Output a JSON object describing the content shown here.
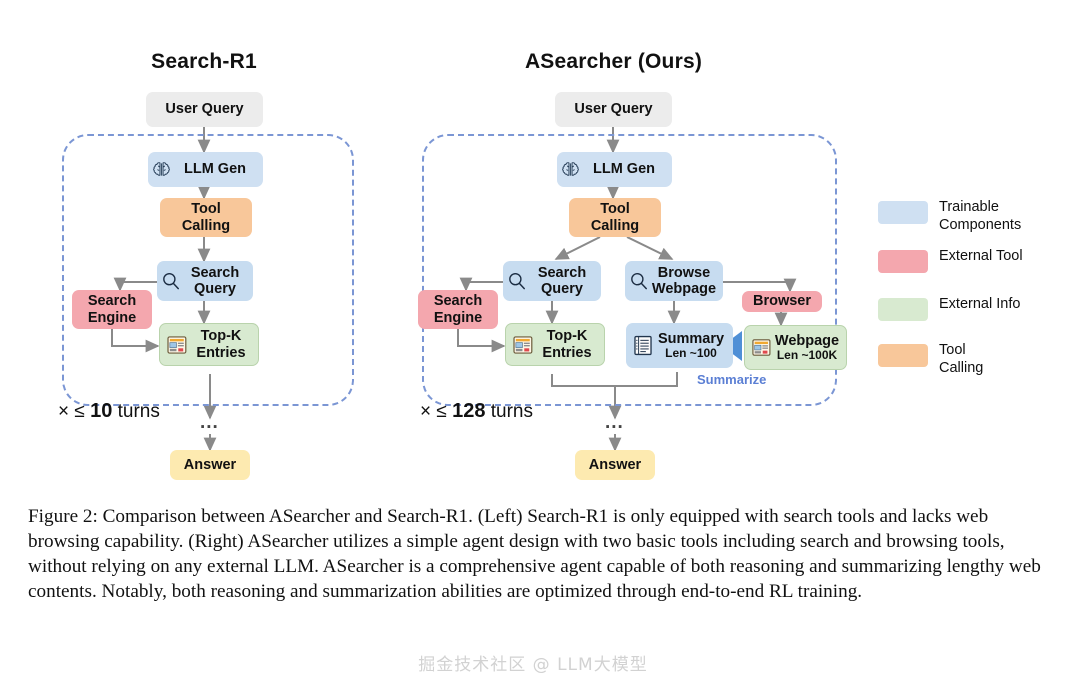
{
  "figure": {
    "panels": [
      {
        "id": "left",
        "title": "Search-R1",
        "turns_prefix": "× ≤ ",
        "turns_value": "10",
        "turns_suffix": " turns",
        "ellipsis": "...",
        "nodes": {
          "user_query": "User Query",
          "llm_gen": "LLM Gen",
          "tool_calling_l1": "Tool",
          "tool_calling_l2": "Calling",
          "search_query_l1": "Search",
          "search_query_l2": "Query",
          "search_engine_l1": "Search",
          "search_engine_l2": "Engine",
          "topk_l1": "Top-K",
          "topk_l2": "Entries",
          "answer": "Answer"
        }
      },
      {
        "id": "right",
        "title": "ASearcher (Ours)",
        "turns_prefix": "× ≤ ",
        "turns_value": "128",
        "turns_suffix": " turns",
        "ellipsis": "...",
        "summarize_label": "Summarize",
        "nodes": {
          "user_query": "User Query",
          "llm_gen": "LLM Gen",
          "tool_calling_l1": "Tool",
          "tool_calling_l2": "Calling",
          "search_query_l1": "Search",
          "search_query_l2": "Query",
          "browse_webpage_l1": "Browse",
          "browse_webpage_l2": "Webpage",
          "search_engine_l1": "Search",
          "search_engine_l2": "Engine",
          "browser": "Browser",
          "topk_l1": "Top-K",
          "topk_l2": "Entries",
          "summary_l1": "Summary",
          "summary_l2": "Len ~100",
          "webpage_l1": "Webpage",
          "webpage_l2": "Len ~100K",
          "answer": "Answer"
        }
      }
    ],
    "legend": {
      "items": [
        {
          "label": "Trainable Components",
          "color": "#cfe0f2"
        },
        {
          "label": "External Tool",
          "color": "#f4a7ae"
        },
        {
          "label": "External Info",
          "color": "#d8ead0"
        },
        {
          "label": "Tool Calling",
          "color": "#f8c79a"
        }
      ]
    },
    "caption": "Figure 2: Comparison between ASearcher and Search-R1. (Left) Search-R1 is only equipped with search tools and lacks web browsing capability. (Right) ASearcher utilizes a simple agent design with two basic tools including search and browsing tools, without relying on any external LLM. ASearcher is a comprehensive agent capable of both reasoning and summarizing lengthy web contents. Notably, both reasoning and summarization abilities are optimized through end-to-end RL training.",
    "watermark": "掘金技术社区 @ LLM大模型",
    "colors": {
      "trainable": "#cfe0f2",
      "external_tool": "#f4a7ae",
      "external_info": "#d8ead0",
      "tool_calling": "#f8c79a",
      "answer": "#fdeab0",
      "user_query": "#ececec",
      "loop_border": "#7b96d4",
      "arrow": "#8a8a8a",
      "summarize_text": "#5b7fd4"
    }
  }
}
